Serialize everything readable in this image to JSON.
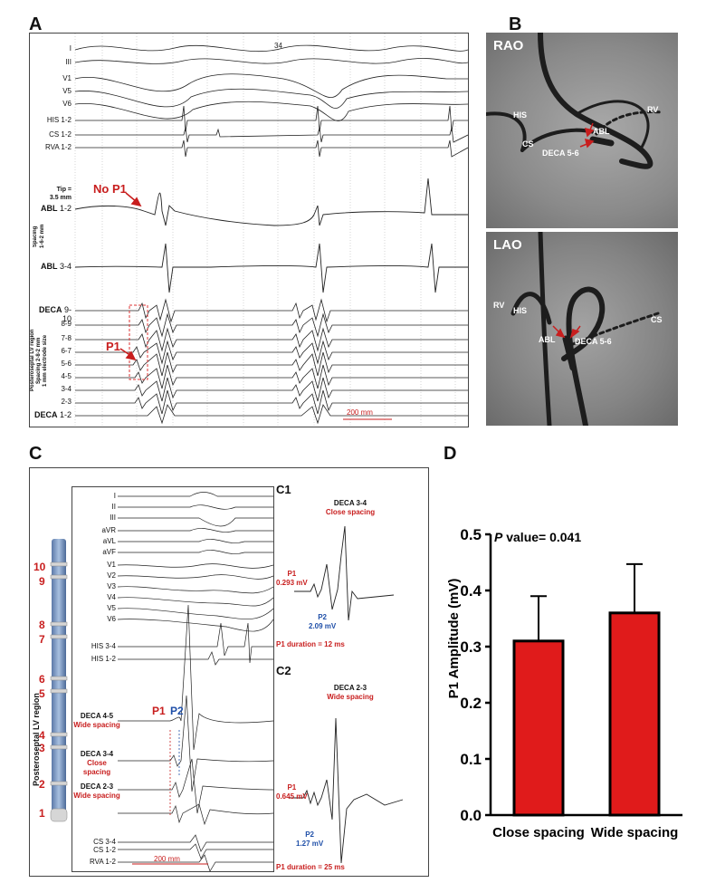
{
  "panels": {
    "A": "A",
    "B": "B",
    "C": "C",
    "D": "D"
  },
  "panelA": {
    "top_marker": "34",
    "surface_leads": [
      "I",
      "III",
      "V1",
      "V5",
      "V6"
    ],
    "intracardiac": [
      "HIS 1-2",
      "CS 1-2",
      "RVA 1-2"
    ],
    "tip_note_line1": "Tip =",
    "tip_note_line2": "3.5 mm",
    "abl12_main": "ABL",
    "abl12_sub": "1-2",
    "abl_spacing_line1": "Spacing",
    "abl_spacing_line2": "1-6-2 mm",
    "abl34_main": "ABL",
    "abl34_sub": "3-4",
    "no_p1": "No P1",
    "p1": "P1",
    "deca_top_main": "DECA",
    "deca_top_sub": "9-10",
    "deca_mid": [
      "8-9",
      "7-8",
      "6-7",
      "5-6",
      "4-5",
      "3-4",
      "2-3"
    ],
    "deca_bot_main": "DECA",
    "deca_bot_sub": "1-2",
    "region_label": "Posteroseptal LV region",
    "spacing_line1": "Spacing 2-8-2 mm",
    "spacing_line2": "1 mm electrode size",
    "scale": "200 mm"
  },
  "panelB": {
    "rao": {
      "title": "RAO",
      "labels": [
        "HIS",
        "CS",
        "ABL",
        "DECA 5-6",
        "RV"
      ]
    },
    "lao": {
      "title": "LAO",
      "labels": [
        "RV",
        "HIS",
        "ABL",
        "DECA 5-6",
        "CS"
      ]
    }
  },
  "panelC": {
    "electrode_numbers": [
      "10",
      "9",
      "8",
      "7",
      "6",
      "5",
      "4",
      "3",
      "2",
      "1"
    ],
    "region_label": "Posteroseptal LV region",
    "surface_leads": [
      "I",
      "II",
      "III",
      "aVR",
      "aVL",
      "aVF",
      "V1",
      "V2",
      "V3",
      "V4",
      "V5",
      "V6"
    ],
    "his": [
      "HIS 3-4",
      "HIS 1-2"
    ],
    "deca45": "DECA 4-5",
    "deca45_note": "Wide spacing",
    "deca34": "DECA 3-4",
    "deca34_note": "Close spacing",
    "deca23": "DECA 2-3",
    "deca23_note": "Wide spacing",
    "bottom_leads": [
      "CS 3-4",
      "CS 1-2",
      "RVA 1-2"
    ],
    "p1": "P1",
    "p2": "P2",
    "scale": "200 mm",
    "c1": {
      "tag": "C1",
      "title": "DECA 3-4",
      "subtitle": "Close spacing",
      "p1_label": "P1",
      "p1_value": "0.293 mV",
      "p2_label": "P2",
      "p2_value": "2.09 mV",
      "duration": "P1 duration = 12 ms"
    },
    "c2": {
      "tag": "C2",
      "title": "DECA 2-3",
      "subtitle": "Wide spacing",
      "p1_label": "P1",
      "p1_value": "0.645 mV",
      "p2_label": "P2",
      "p2_value": "1.27 mV",
      "duration": "P1 duration = 25 ms"
    }
  },
  "chart_data": {
    "type": "bar",
    "categories": [
      "Close spacing",
      "Wide spacing"
    ],
    "values": [
      0.31,
      0.36
    ],
    "errors": [
      0.08,
      0.087
    ],
    "ylabel": "P1 Amplitude (mV)",
    "ylim": [
      0,
      0.5
    ],
    "yticks": [
      "0.0",
      "0.1",
      "0.2",
      "0.3",
      "0.4",
      "0.5"
    ],
    "annotation_italic": "P",
    "annotation_rest": " value= 0.041",
    "bar_color": "#e01b1b"
  }
}
